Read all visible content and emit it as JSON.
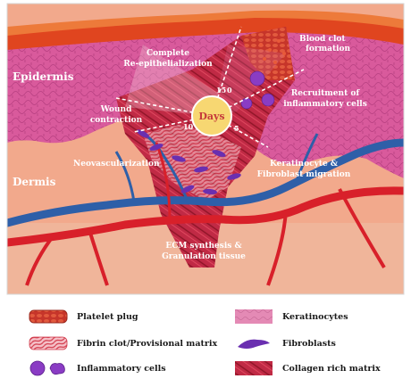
{
  "labels": {
    "epidermis": "Epidermis",
    "dermis": "Dermis",
    "complete_line1": "Complete",
    "complete_line2": "Re-epithelialization",
    "clot_line1": "Blood clot",
    "clot_line2": "formation",
    "wound_line1": "Wound",
    "wound_line2": "contraction",
    "recruit_line1": "Recruitment of",
    "recruit_line2": "inflammatory cells",
    "neovasc": "Neovascularization",
    "kerat_line1": "Keratinocyte &",
    "kerat_line2": "Fibroblast migration",
    "ecm_line1": "ECM synthesis &",
    "ecm_line2": "Granulation tissue",
    "days": "Days",
    "tick_15": "15",
    "tick_0": "0",
    "tick_10": "10",
    "tick_5": "5"
  },
  "legend": [
    {
      "label": "Platelet plug",
      "icon": "platelet-plug-icon"
    },
    {
      "label": "Keratinocytes",
      "icon": "keratinocytes-icon"
    },
    {
      "label": "Fibrin clot/Provisional matrix",
      "icon": "fibrin-clot-icon"
    },
    {
      "label": "Fibroblasts",
      "icon": "fibroblast-icon"
    },
    {
      "label": "Inflammatory cells",
      "icon": "inflammatory-cells-icon"
    },
    {
      "label": "Collagen rich matrix",
      "icon": "collagen-matrix-icon"
    }
  ],
  "colors": {
    "epidermis": "#d95a9c",
    "dermis": "#f2a98c",
    "surface": "#e0451f",
    "wound": "#c8325a",
    "vessel_red": "#d8202a",
    "vessel_blue": "#2e5fa8",
    "fibroblast": "#6a2fb0",
    "days_circle": "#f7d772"
  }
}
